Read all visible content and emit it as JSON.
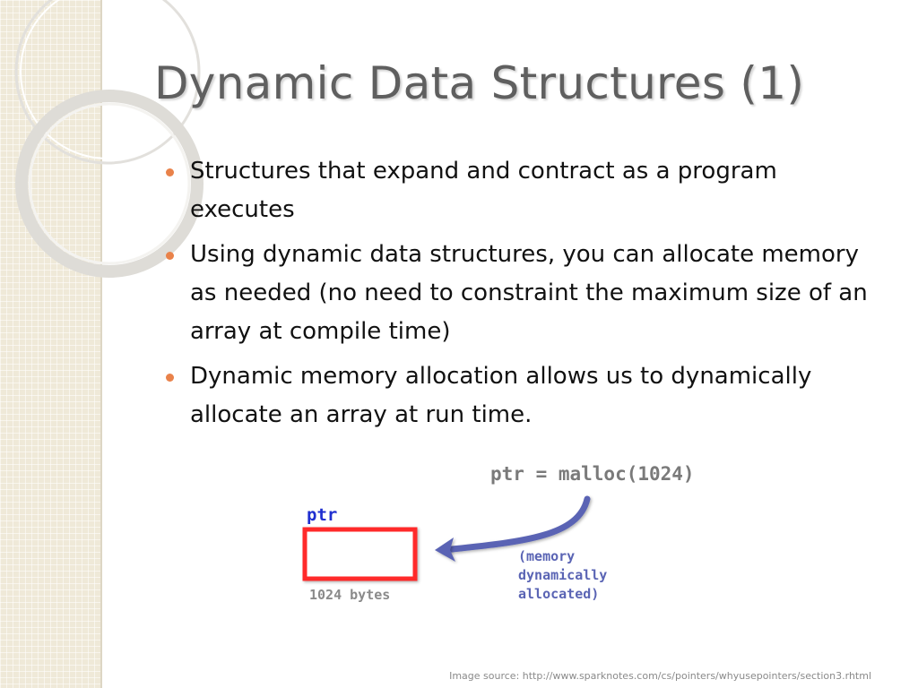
{
  "slide": {
    "title": "Dynamic Data Structures (1)",
    "bullets": [
      "Structures that expand and contract as a program executes",
      "Using dynamic data structures, you can allocate memory as needed (no need to constraint the maximum size of an array at compile time)",
      "Dynamic memory allocation allows us to dynamically allocate an array at run time."
    ],
    "bullet_color": "#e9824a"
  },
  "diagram": {
    "code": "ptr = malloc(1024)",
    "pointer_label": "ptr",
    "block_caption": "1024 bytes",
    "annotation_lines": [
      "(memory",
      "dynamically",
      "allocated)"
    ],
    "block_color": "#ff2a2a",
    "arrow_color": "#5a64b4"
  },
  "footer": {
    "source": "Image source: http://www.sparknotes.com/cs/pointers/whyusepointers/section3.rhtml"
  }
}
